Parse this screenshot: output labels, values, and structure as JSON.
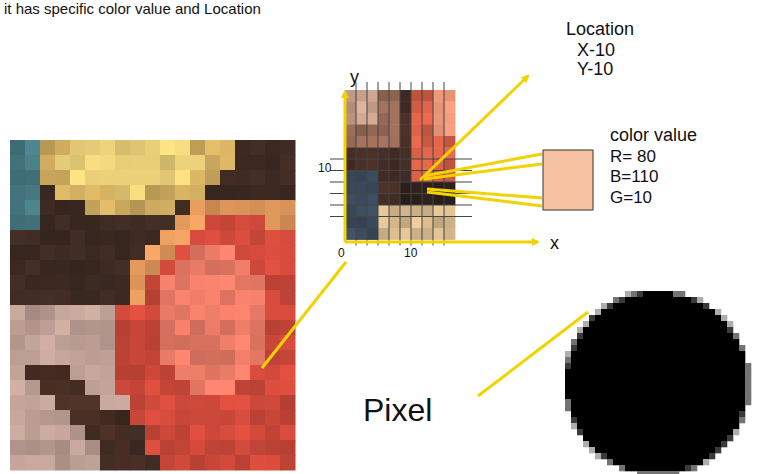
{
  "diagram": {
    "labels": [
      "it has specific color value and Location",
      "Location",
      "X-10",
      "Y-10",
      "y",
      "color value",
      "R= 80",
      "B=110",
      "G=10",
      "10",
      "0",
      "10",
      "x",
      "Pixel"
    ]
  }
}
